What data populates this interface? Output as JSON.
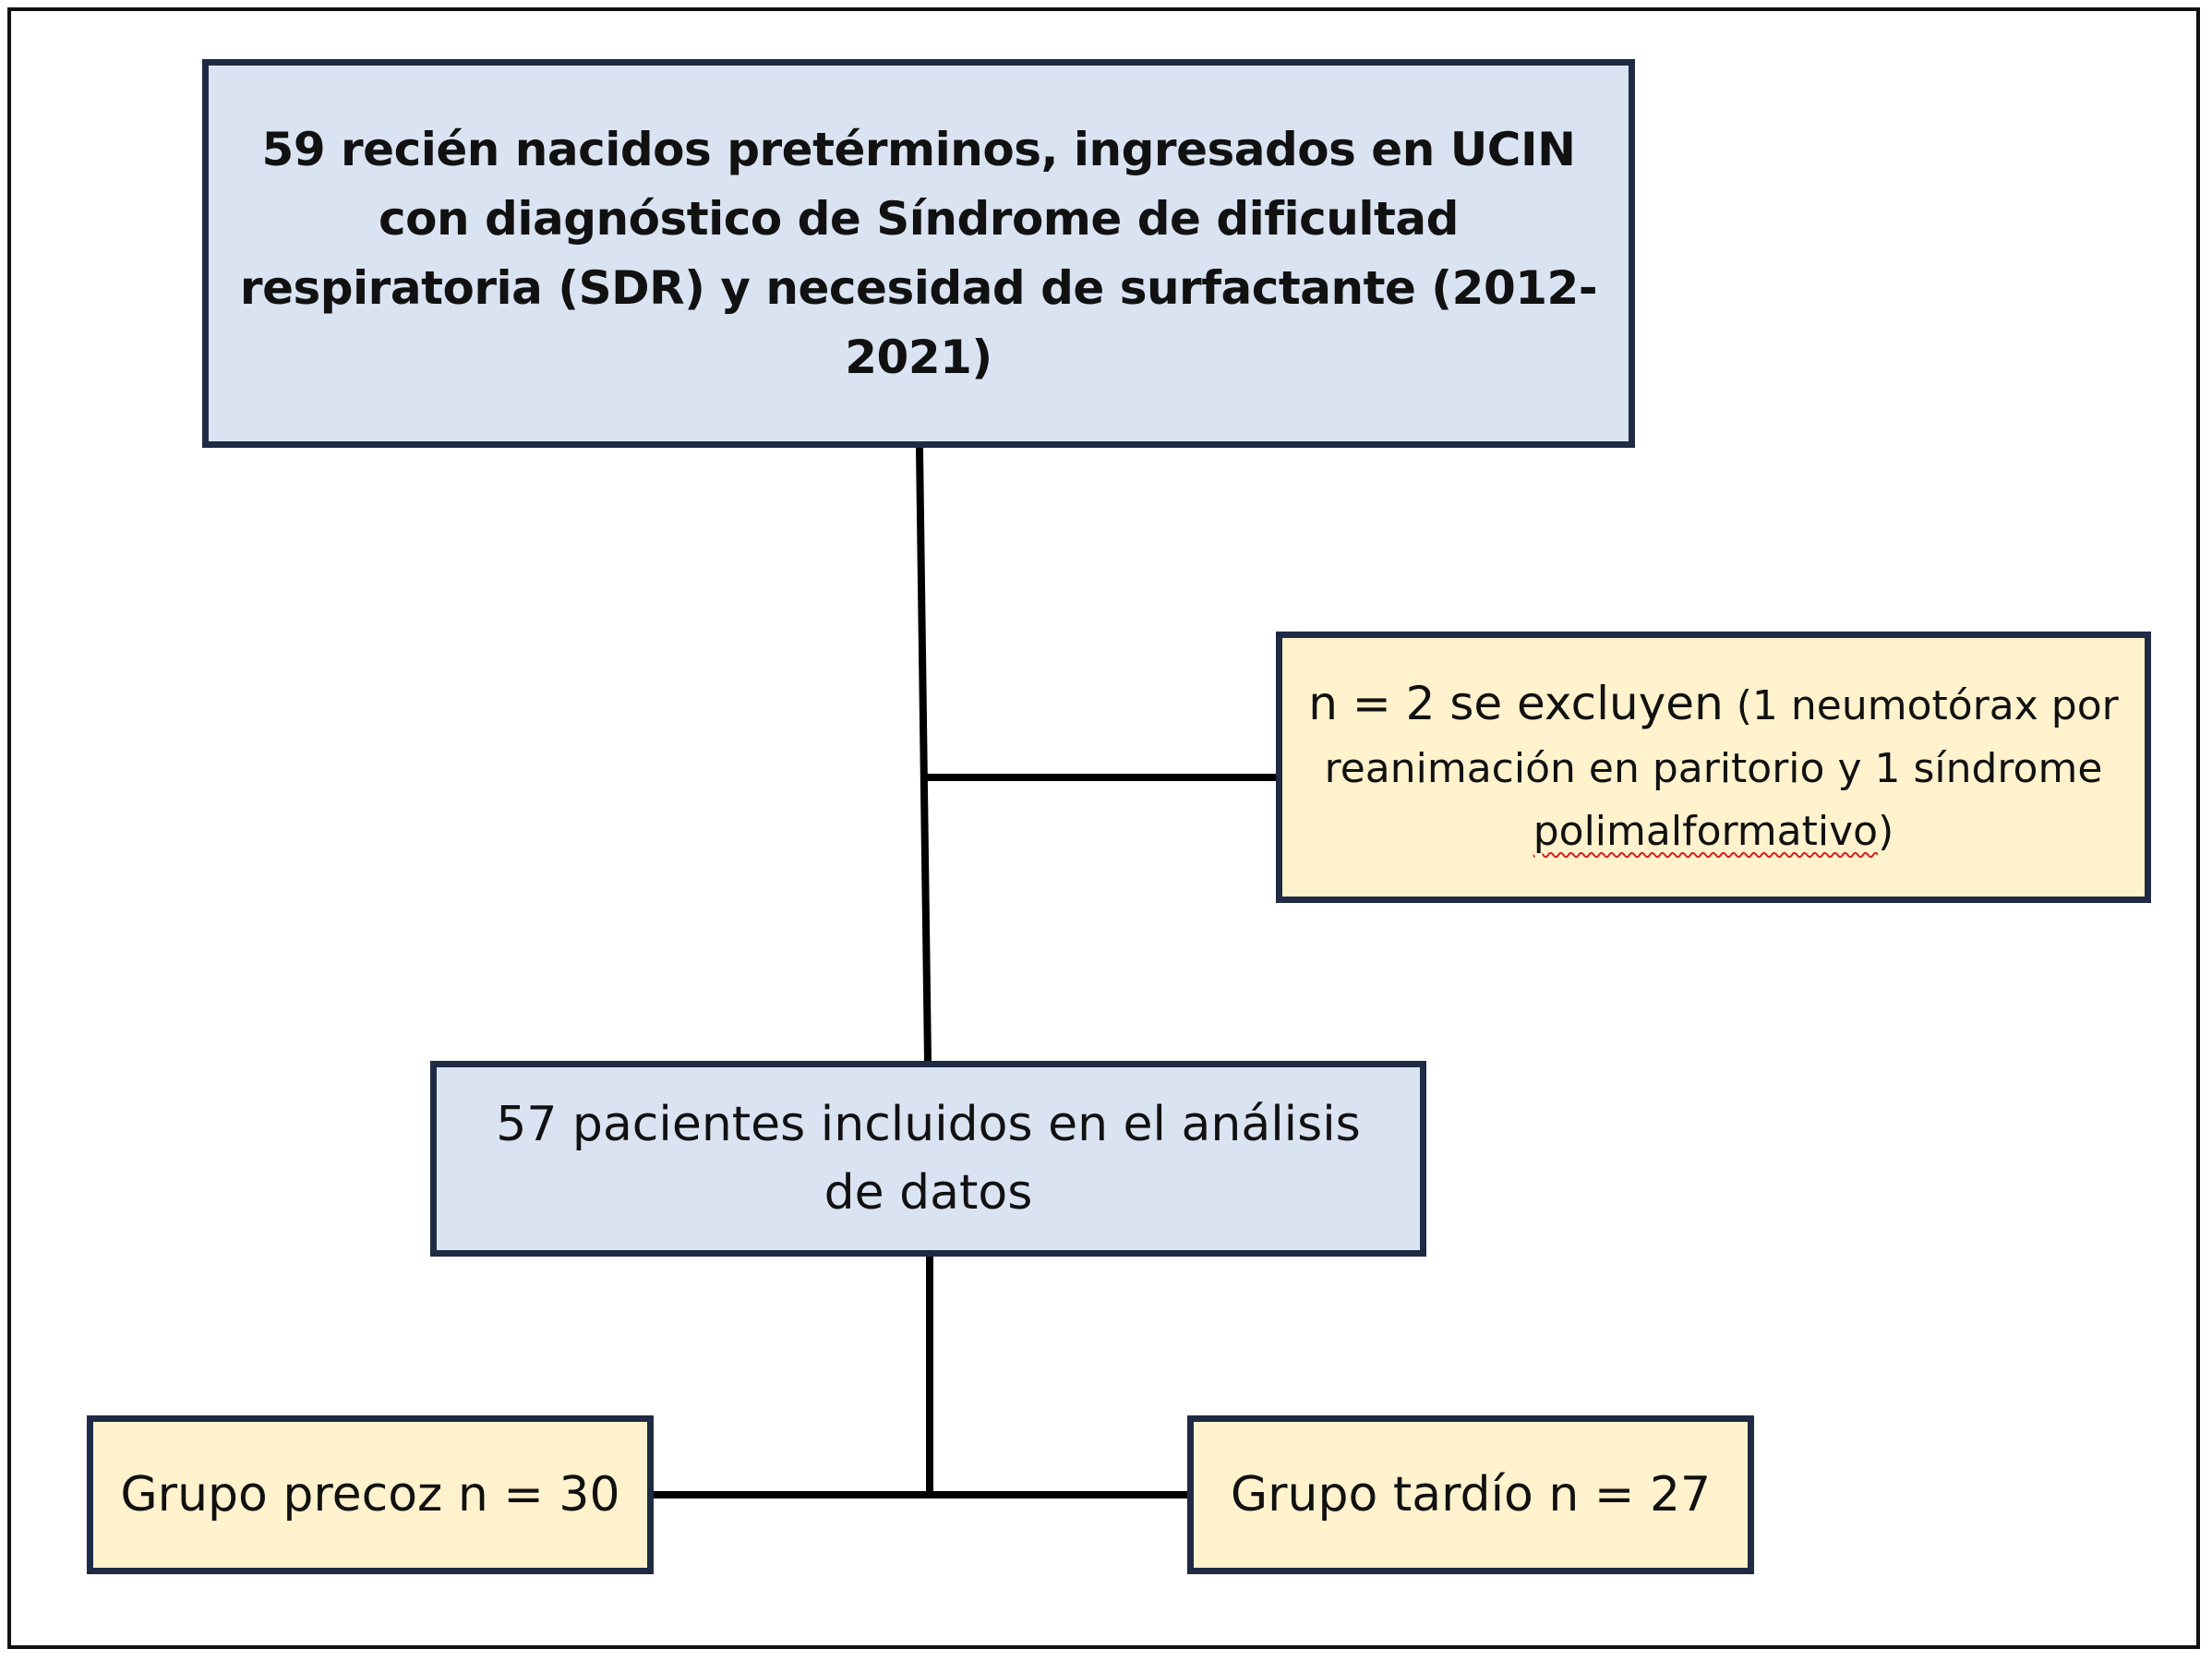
{
  "flowchart": {
    "top_box": {
      "text": "59 recién nacidos pretérminos, ingresados en UCIN con diagnóstico de Síndrome de dificultad respiratoria (SDR) y necesidad de surfactante (2012-2021)"
    },
    "exclusion_box": {
      "lead": "n = 2 se excluyen",
      "detail": " (1 neumotórax por reanimación en paritorio y 1 síndrome ",
      "flagged_word": "polimalformativo",
      "closing": ")"
    },
    "included_box": {
      "text": "57 pacientes incluidos en el análisis de datos"
    },
    "early_group_box": {
      "text": "Grupo precoz n = 30"
    },
    "late_group_box": {
      "text": "Grupo tardío n = 27"
    }
  },
  "colors": {
    "box_blue": "#dae3f2",
    "box_cream": "#fff2cd",
    "border": "#1f2a44",
    "line": "#000000",
    "spellcheck_underline": "#d61f1f"
  }
}
